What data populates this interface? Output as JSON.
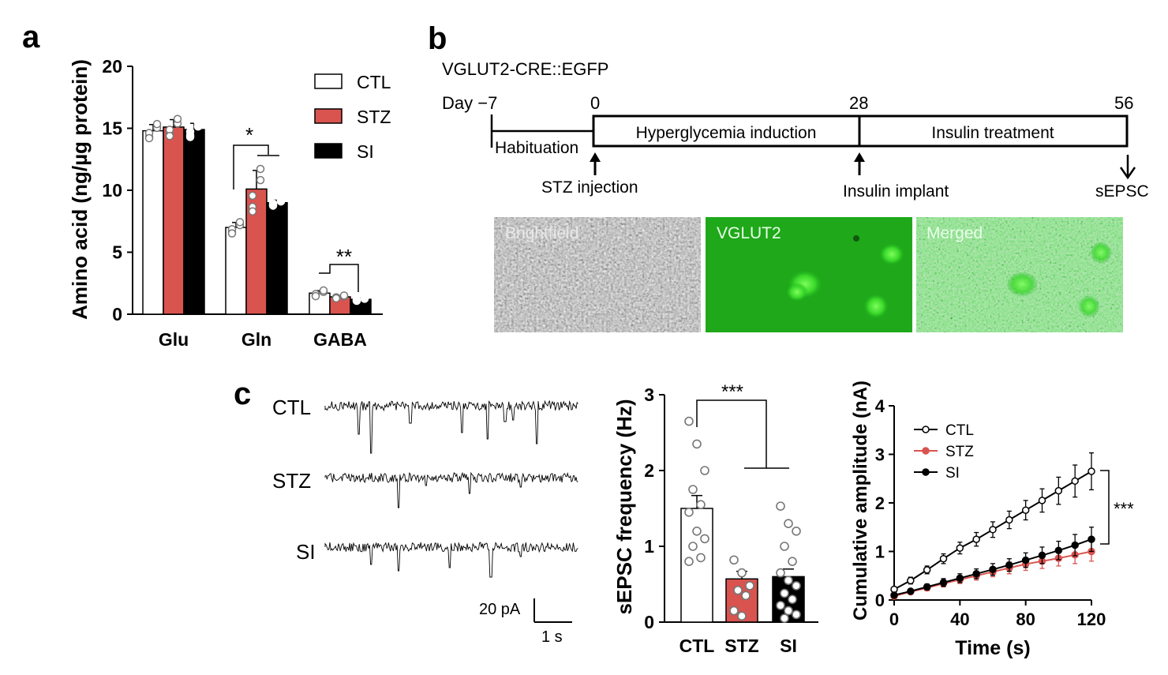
{
  "panel_letters": {
    "a": "a",
    "b": "b",
    "c": "c"
  },
  "colors": {
    "ctl": "#ffffff",
    "stz": "#d9534f",
    "si": "#000000",
    "stz_line": "#d9534f",
    "micro_green": "#1fb41f"
  },
  "panel_a": {
    "chart_data": {
      "type": "bar",
      "ylabel": "Amino acid (ng/µg protein)",
      "ylim": [
        0,
        20
      ],
      "yticks": [
        "0",
        "5",
        "10",
        "15",
        "20"
      ],
      "categories": [
        "Glu",
        "Gln",
        "GABA"
      ],
      "series": [
        {
          "name": "CTL",
          "values": [
            14.8,
            7.0,
            1.7
          ],
          "errors": [
            0.5,
            0.4,
            0.2
          ]
        },
        {
          "name": "STZ",
          "values": [
            15.1,
            10.1,
            1.4
          ],
          "errors": [
            0.6,
            1.5,
            0.1
          ]
        },
        {
          "name": "SI",
          "values": [
            14.9,
            9.0,
            1.2
          ],
          "errors": [
            0.5,
            0.2,
            0.1
          ]
        }
      ],
      "legend": [
        "CTL",
        "STZ",
        "SI"
      ],
      "legend_position": "top-right",
      "annotations": [
        "*",
        "**"
      ]
    }
  },
  "panel_b": {
    "mouse_line": "VGLUT2-CRE::EGFP",
    "timeline": {
      "day_label": "Day −7",
      "tick_labels": [
        "0",
        "28",
        "56"
      ],
      "phases": [
        "Habituation",
        "Hyperglycemia induction",
        "Insulin treatment"
      ],
      "events": [
        "STZ injection",
        "Insulin implant",
        "sEPSC"
      ]
    },
    "images": [
      "Brightfield",
      "VGLUT2",
      "Merged"
    ]
  },
  "panel_c": {
    "traces": {
      "labels": [
        "CTL",
        "STZ",
        "SI"
      ],
      "scale_y": "20 pA",
      "scale_x": "1 s"
    },
    "frequency_chart": {
      "chart_data": {
        "type": "bar",
        "ylabel": "sEPSC frequency (Hz)",
        "ylim": [
          0,
          3
        ],
        "yticks": [
          "0",
          "1",
          "2",
          "3"
        ],
        "categories": [
          "CTL",
          "STZ",
          "SI"
        ],
        "values": [
          1.5,
          0.57,
          0.6
        ],
        "errors": [
          0.17,
          0.1,
          0.1
        ],
        "points": [
          [
            2.65,
            2.35,
            2.0,
            1.75,
            1.55,
            1.45,
            1.2,
            1.1,
            1.0,
            0.85,
            0.8
          ],
          [
            0.82,
            0.65,
            0.48,
            0.42,
            0.35,
            0.15,
            0.08
          ],
          [
            1.53,
            1.3,
            1.2,
            1.0,
            0.8,
            0.65,
            0.55,
            0.48,
            0.38,
            0.3,
            0.22,
            0.15,
            0.1,
            0.05
          ]
        ],
        "annotation": "***"
      }
    },
    "cumulative_chart": {
      "chart_data": {
        "type": "line",
        "xlabel": "Time (s)",
        "ylabel": "Cumulative amplitude (nA)",
        "xlim": [
          0,
          120
        ],
        "ylim": [
          0,
          4
        ],
        "xticks": [
          "0",
          "40",
          "80",
          "120"
        ],
        "yticks": [
          "0",
          "1",
          "2",
          "3",
          "4"
        ],
        "x": [
          0,
          10,
          20,
          30,
          40,
          50,
          60,
          70,
          80,
          90,
          100,
          110,
          120
        ],
        "series": [
          {
            "name": "CTL",
            "values": [
              0.22,
              0.4,
              0.62,
              0.85,
              1.07,
              1.25,
              1.45,
              1.65,
              1.85,
              2.05,
              2.25,
              2.45,
              2.65
            ],
            "errors": [
              0.05,
              0.07,
              0.08,
              0.1,
              0.12,
              0.14,
              0.16,
              0.18,
              0.2,
              0.24,
              0.28,
              0.33,
              0.38
            ]
          },
          {
            "name": "STZ",
            "values": [
              0.08,
              0.17,
              0.25,
              0.34,
              0.42,
              0.5,
              0.58,
              0.66,
              0.74,
              0.8,
              0.86,
              0.93,
              1.0
            ],
            "errors": [
              0.03,
              0.05,
              0.06,
              0.07,
              0.08,
              0.09,
              0.1,
              0.12,
              0.13,
              0.15,
              0.16,
              0.18,
              0.2
            ]
          },
          {
            "name": "SI",
            "values": [
              0.1,
              0.18,
              0.27,
              0.36,
              0.45,
              0.54,
              0.63,
              0.72,
              0.82,
              0.92,
              1.02,
              1.13,
              1.25
            ],
            "errors": [
              0.04,
              0.05,
              0.06,
              0.08,
              0.09,
              0.1,
              0.12,
              0.13,
              0.15,
              0.17,
              0.19,
              0.22,
              0.25
            ]
          }
        ],
        "legend": [
          "CTL",
          "STZ",
          "SI"
        ],
        "legend_position": "top-left",
        "annotation": "***"
      }
    }
  }
}
